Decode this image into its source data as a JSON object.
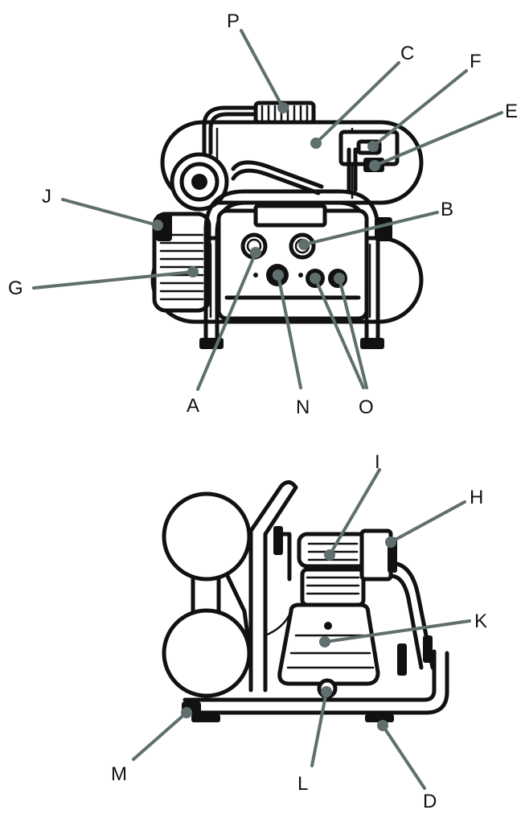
{
  "diagram": {
    "colors": {
      "ink": "#111111",
      "leader": "#5f6f6d",
      "background": "#ffffff"
    },
    "labels": {
      "P": "P",
      "C": "C",
      "F": "F",
      "E": "E",
      "J": "J",
      "B": "B",
      "G": "G",
      "A": "A",
      "N": "N",
      "O": "O",
      "I": "I",
      "H": "H",
      "K": "K",
      "M": "M",
      "L": "L",
      "D": "D"
    }
  }
}
